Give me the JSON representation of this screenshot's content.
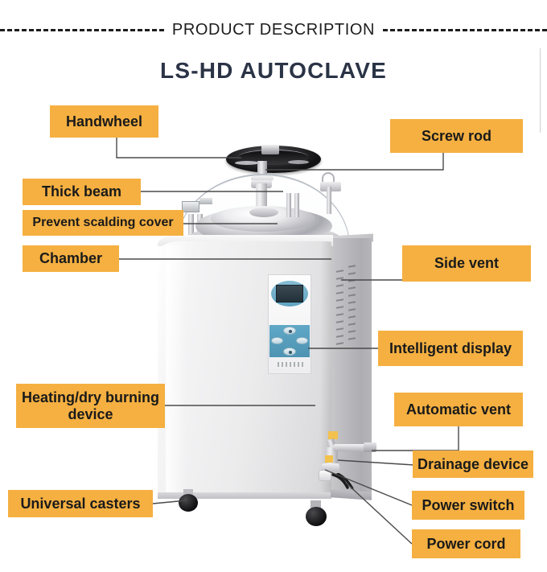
{
  "header": {
    "section_title": "PRODUCT DESCRIPTION",
    "product_title": "LS-HD AUTOCLAVE",
    "accent_color": "#f5b041",
    "title_color": "#2b3446",
    "dash_color": "#1d1d1d"
  },
  "diagram": {
    "subject": "vertical-laboratory-autoclave",
    "callouts": [
      {
        "id": "handwheel",
        "label": "Handwheel",
        "side": "left"
      },
      {
        "id": "thick-beam",
        "label": "Thick beam",
        "side": "left"
      },
      {
        "id": "prevent-scalding",
        "label": "Prevent scalding cover",
        "side": "left"
      },
      {
        "id": "chamber",
        "label": "Chamber",
        "side": "left"
      },
      {
        "id": "heating-device",
        "label": "Heating/dry burning device",
        "side": "left"
      },
      {
        "id": "universal-casters",
        "label": "Universal casters",
        "side": "left"
      },
      {
        "id": "screw-rod",
        "label": "Screw rod",
        "side": "right"
      },
      {
        "id": "side-vent",
        "label": "Side vent",
        "side": "right"
      },
      {
        "id": "intelligent-display",
        "label": "Intelligent display",
        "side": "right"
      },
      {
        "id": "automatic-vent",
        "label": "Automatic vent",
        "side": "right"
      },
      {
        "id": "drainage-device",
        "label": "Drainage device",
        "side": "right"
      },
      {
        "id": "power-switch",
        "label": "Power switch",
        "side": "right"
      },
      {
        "id": "power-cord",
        "label": "Power cord",
        "side": "right"
      }
    ]
  }
}
